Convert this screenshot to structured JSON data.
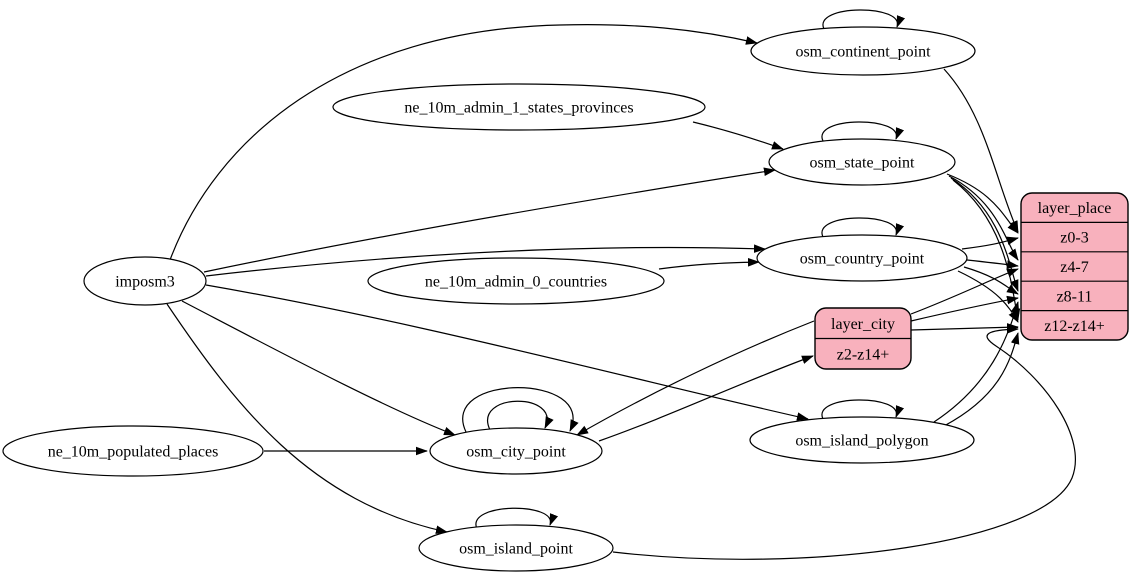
{
  "diagram": {
    "type": "graphviz-etl-graph",
    "colors": {
      "background": "#ffffff",
      "node_fill": "#ffffff",
      "record_fill": "#f8b1bd",
      "stroke": "#000000",
      "text": "#000000"
    },
    "nodes": [
      {
        "id": "imposm3",
        "type": "ellipse",
        "label": "imposm3"
      },
      {
        "id": "ne_10m_admin_1_states_provinces",
        "type": "ellipse",
        "label": "ne_10m_admin_1_states_provinces"
      },
      {
        "id": "ne_10m_admin_0_countries",
        "type": "ellipse",
        "label": "ne_10m_admin_0_countries"
      },
      {
        "id": "ne_10m_populated_places",
        "type": "ellipse",
        "label": "ne_10m_populated_places"
      },
      {
        "id": "osm_continent_point",
        "type": "ellipse",
        "label": "osm_continent_point"
      },
      {
        "id": "osm_state_point",
        "type": "ellipse",
        "label": "osm_state_point"
      },
      {
        "id": "osm_country_point",
        "type": "ellipse",
        "label": "osm_country_point"
      },
      {
        "id": "osm_city_point",
        "type": "ellipse",
        "label": "osm_city_point"
      },
      {
        "id": "osm_island_polygon",
        "type": "ellipse",
        "label": "osm_island_polygon"
      },
      {
        "id": "osm_island_point",
        "type": "ellipse",
        "label": "osm_island_point"
      },
      {
        "id": "layer_city",
        "type": "record",
        "rows": [
          "layer_city",
          "z2-z14+"
        ]
      },
      {
        "id": "layer_place",
        "type": "record",
        "rows": [
          "layer_place",
          "z0-3",
          "z4-7",
          "z8-11",
          "z12-z14+"
        ]
      }
    ],
    "edges": [
      {
        "id": "e1",
        "from": "imposm3",
        "to": "osm_continent_point"
      },
      {
        "id": "e2",
        "from": "imposm3",
        "to": "osm_state_point"
      },
      {
        "id": "e3",
        "from": "imposm3",
        "to": "osm_country_point"
      },
      {
        "id": "e4",
        "from": "imposm3",
        "to": "osm_city_point"
      },
      {
        "id": "e5",
        "from": "imposm3",
        "to": "osm_island_polygon"
      },
      {
        "id": "e6",
        "from": "imposm3",
        "to": "osm_island_point"
      },
      {
        "id": "e7",
        "from": "ne_10m_admin_1_states_provinces",
        "to": "osm_state_point"
      },
      {
        "id": "e8",
        "from": "ne_10m_admin_0_countries",
        "to": "osm_country_point"
      },
      {
        "id": "e9",
        "from": "ne_10m_populated_places",
        "to": "osm_city_point"
      },
      {
        "id": "e10",
        "from": "osm_continent_point",
        "to": "osm_continent_point"
      },
      {
        "id": "e11",
        "from": "osm_state_point",
        "to": "osm_state_point"
      },
      {
        "id": "e12",
        "from": "osm_country_point",
        "to": "osm_country_point"
      },
      {
        "id": "e13",
        "from": "osm_city_point",
        "to": "osm_city_point"
      },
      {
        "id": "e14",
        "from": "osm_city_point",
        "to": "osm_city_point"
      },
      {
        "id": "e15",
        "from": "osm_island_polygon",
        "to": "osm_island_polygon"
      },
      {
        "id": "e16",
        "from": "osm_island_point",
        "to": "osm_island_point"
      },
      {
        "id": "e17",
        "from": "osm_city_point",
        "to": "layer_city:z2-z14+"
      },
      {
        "id": "e18",
        "from": "layer_city",
        "to": "osm_city_point"
      },
      {
        "id": "e19",
        "from": "osm_continent_point",
        "to": "layer_place:z0-3"
      },
      {
        "id": "e20",
        "from": "osm_state_point",
        "to": "layer_place:z0-3"
      },
      {
        "id": "e21",
        "from": "osm_state_point",
        "to": "layer_place:z4-7"
      },
      {
        "id": "e22",
        "from": "osm_state_point",
        "to": "layer_place:z8-11"
      },
      {
        "id": "e23",
        "from": "osm_state_point",
        "to": "layer_place:z12-z14+"
      },
      {
        "id": "e24",
        "from": "osm_country_point",
        "to": "layer_place:z0-3"
      },
      {
        "id": "e25",
        "from": "osm_country_point",
        "to": "layer_place:z4-7"
      },
      {
        "id": "e26",
        "from": "osm_country_point",
        "to": "layer_place:z8-11"
      },
      {
        "id": "e27",
        "from": "osm_country_point",
        "to": "layer_place:z12-z14+"
      },
      {
        "id": "e28",
        "from": "layer_city",
        "to": "layer_place:z4-7"
      },
      {
        "id": "e29",
        "from": "layer_city",
        "to": "layer_place:z8-11"
      },
      {
        "id": "e30",
        "from": "layer_city",
        "to": "layer_place:z12-z14+"
      },
      {
        "id": "e31",
        "from": "osm_island_polygon",
        "to": "layer_place:z8-11"
      },
      {
        "id": "e32",
        "from": "osm_island_polygon",
        "to": "layer_place:z12-z14+"
      },
      {
        "id": "e33",
        "from": "osm_island_point",
        "to": "layer_place:z12-z14+"
      }
    ]
  }
}
